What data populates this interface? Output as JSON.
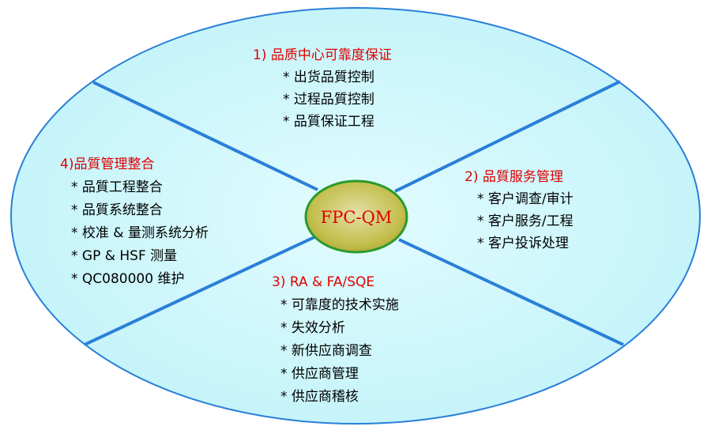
{
  "center": {
    "label": "FPC-QM"
  },
  "sections": {
    "quality_center": {
      "title": "1) 品质中心可靠度保证",
      "items": [
        "出货品質控制",
        "过程品質控制",
        "品質保证工程"
      ]
    },
    "service_management": {
      "title": "2) 品質服务管理",
      "items": [
        "客户调查/审计",
        "客户服务/工程",
        "客户投诉处理"
      ]
    },
    "reliability_analysis": {
      "title": "3) RA & FA/SQE",
      "items": [
        "可靠度的技术实施",
        "失效分析",
        "新供应商调查",
        "供应商管理",
        "供应商稽核"
      ]
    },
    "management_integration": {
      "title": "4)品質管理整合",
      "items": [
        "品質工程整合",
        "品質系统整合",
        "校准 & 量测系统分析",
        "GP & HSF 测量",
        "QC080000 维护"
      ]
    }
  },
  "colors": {
    "ellipse_fill": "#ccf7fb",
    "ellipse_stroke": "#2a7fd8",
    "divider": "#2a7fd8",
    "center_fill": "#c3be4b",
    "center_stroke": "#2b9a2b",
    "title_text": "#e00000",
    "center_text": "#e00000"
  }
}
